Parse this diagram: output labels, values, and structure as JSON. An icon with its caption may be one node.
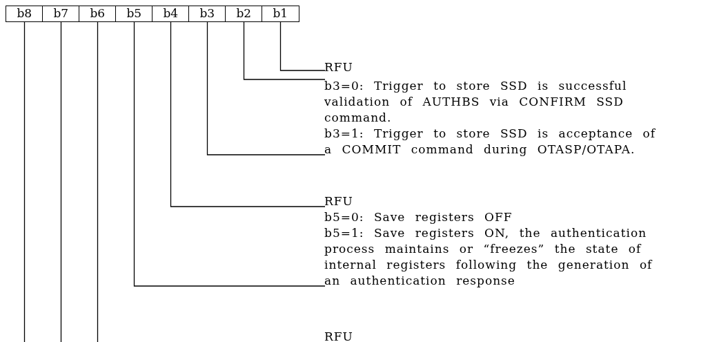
{
  "diagram": {
    "nodes": [
      {
        "text": [
          "b8"
        ]
      },
      {
        "text": [
          "b7"
        ]
      },
      {
        "text": [
          "b6"
        ]
      },
      {
        "text": [
          "b5"
        ]
      },
      {
        "text": [
          "b4"
        ]
      },
      {
        "text": [
          "b3"
        ]
      },
      {
        "text": [
          "b2"
        ]
      },
      {
        "text": [
          "b1"
        ]
      },
      {
        "text": [
          "RFU"
        ]
      },
      {
        "text": [
          "b3=0: Trigger to store SSD is successful validation of AUTHBS via CONFIRM SSD command.",
          "b3=1: Trigger to store SSD is acceptance of a COMMIT command during OTASP/OTAPA."
        ]
      },
      {
        "text": [
          "RFU"
        ]
      },
      {
        "text": [
          "b5=0: Save registers OFF",
          "b5=1: Save registers ON, the authentication process maintains or “freezes” the state of internal registers following the generation of an authentication response"
        ]
      }
    ],
    "edges": [
      {
        "from": 6,
        "to": 8,
        "arrow": "none"
      },
      {
        "from": 7,
        "to": 8,
        "arrow": "none"
      },
      {
        "from": 5,
        "to": 9,
        "arrow": "none"
      },
      {
        "from": 4,
        "to": 10,
        "arrow": "none"
      },
      {
        "from": 3,
        "to": 11,
        "arrow": "none"
      },
      {
        "from": 2,
        "to": null,
        "arrow": "none"
      },
      {
        "from": 1,
        "to": null,
        "arrow": "none"
      },
      {
        "from": 0,
        "to": null,
        "arrow": "none"
      }
    ],
    "labels": [
      "RFU"
    ]
  }
}
